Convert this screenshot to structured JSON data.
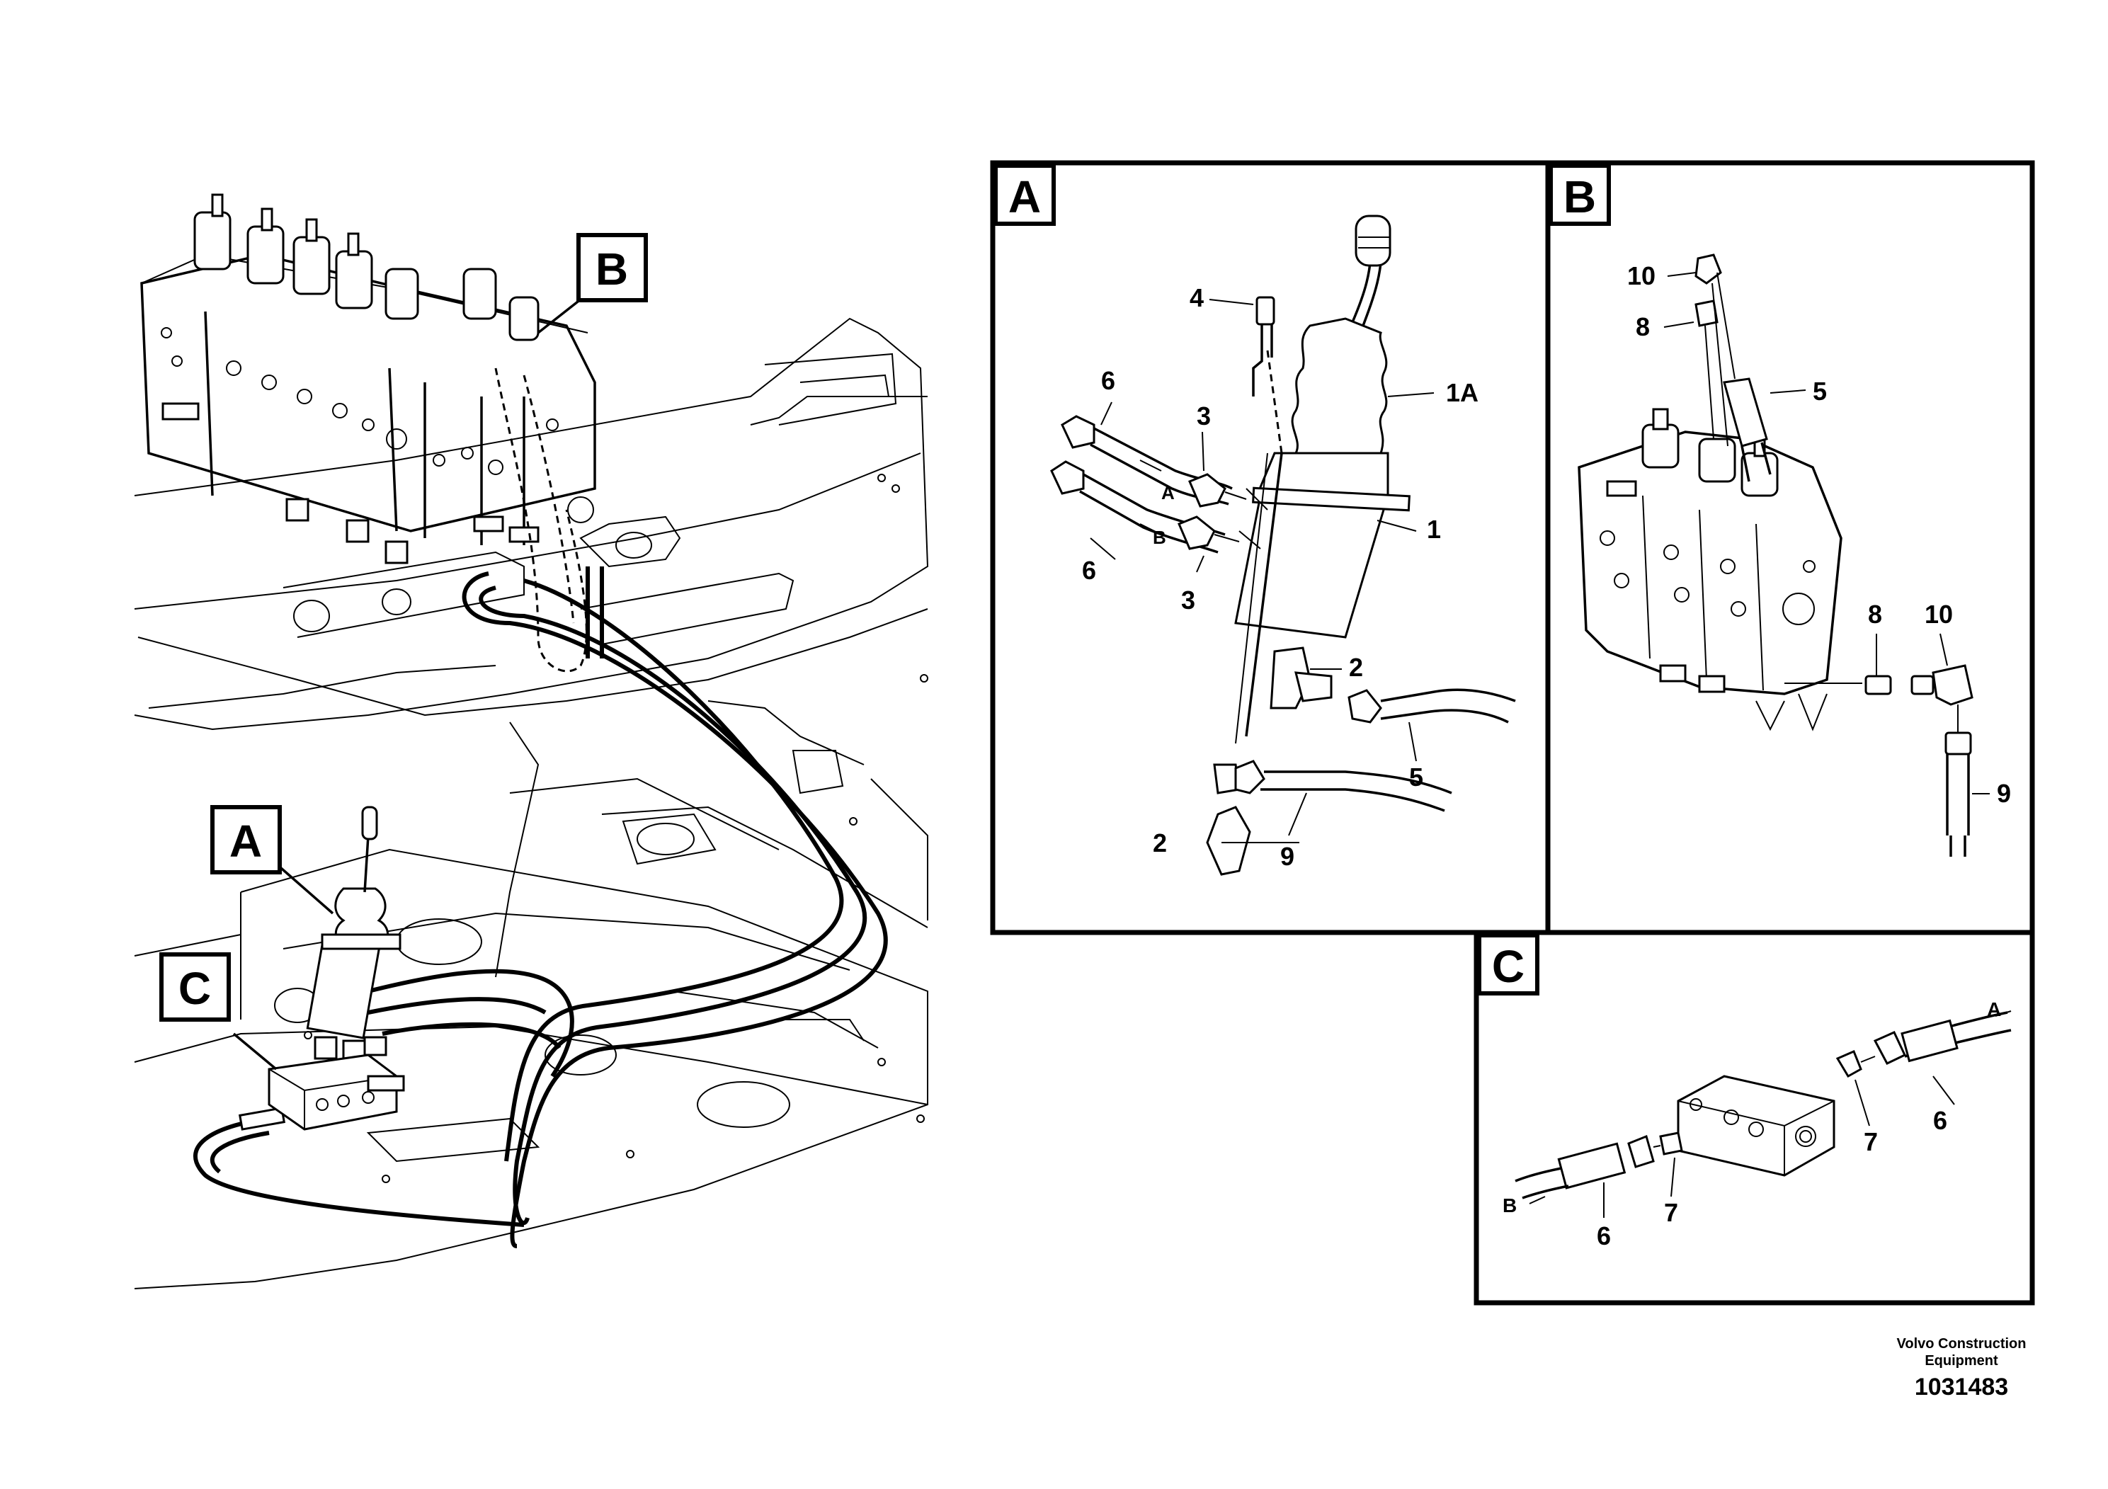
{
  "sections": {
    "A": "A",
    "B": "B",
    "C": "C"
  },
  "overview": {
    "label_a": "A",
    "label_b": "B",
    "label_c": "C"
  },
  "panel_a": {
    "label": "A",
    "callouts": [
      "1A",
      "1",
      "2",
      "2",
      "3",
      "3",
      "4",
      "5",
      "6",
      "6",
      "9"
    ],
    "hose_a": "A",
    "hose_b": "B"
  },
  "panel_b": {
    "label": "B",
    "callouts": [
      "10",
      "8",
      "5",
      "8",
      "10",
      "9"
    ]
  },
  "panel_c": {
    "label": "C",
    "callouts": [
      "6",
      "7",
      "7",
      "6"
    ],
    "hose_a": "A",
    "hose_b": "B"
  },
  "footer": {
    "company_line1": "Volvo Construction",
    "company_line2": "Equipment",
    "drawing_number": "1031483"
  }
}
